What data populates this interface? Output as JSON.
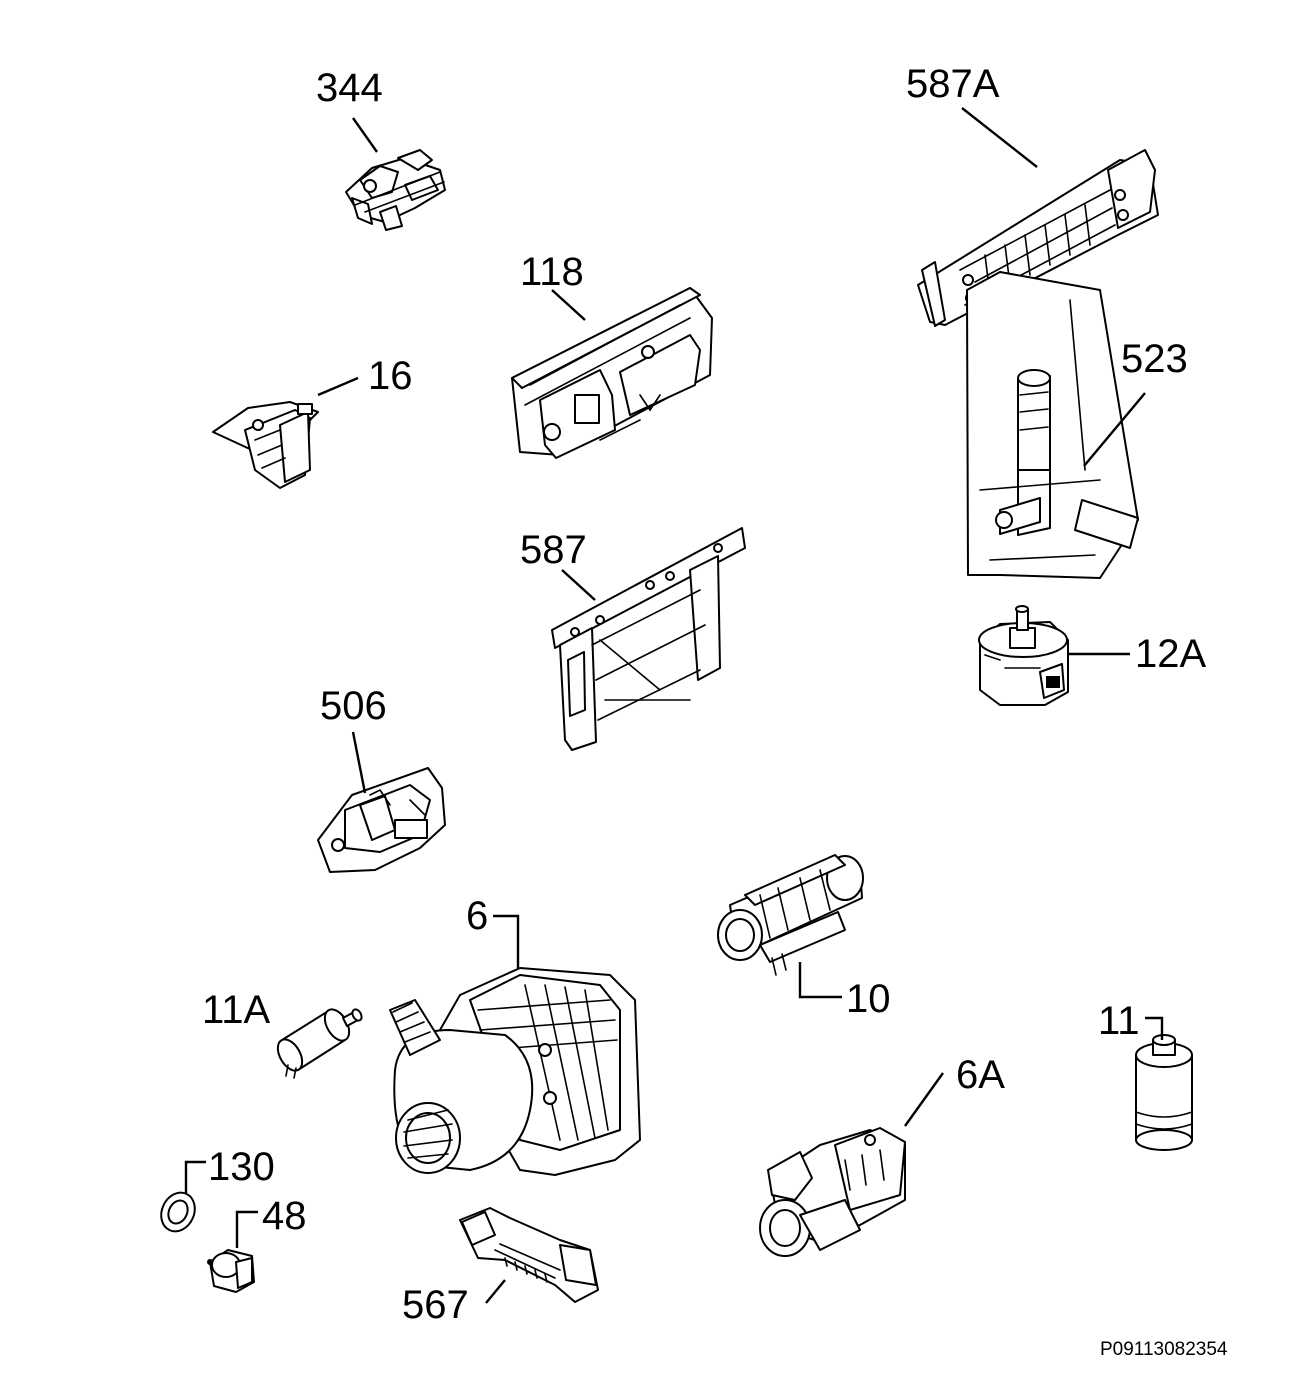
{
  "drawing_code": "P09113082354",
  "parts": [
    {
      "id": "344",
      "label": "344",
      "icon": "switch-module-icon"
    },
    {
      "id": "587A",
      "label": "587A",
      "icon": "rail-bracket-icon"
    },
    {
      "id": "118",
      "label": "118",
      "icon": "control-board-icon"
    },
    {
      "id": "16",
      "label": "16",
      "icon": "door-switch-icon"
    },
    {
      "id": "523",
      "label": "523",
      "icon": "air-trap-icon"
    },
    {
      "id": "587",
      "label": "587",
      "icon": "frame-bracket-icon"
    },
    {
      "id": "12A",
      "label": "12A",
      "icon": "pressure-switch-icon"
    },
    {
      "id": "506",
      "label": "506",
      "icon": "sensor-holder-icon"
    },
    {
      "id": "6",
      "label": "6",
      "icon": "circulation-pump-motor-icon"
    },
    {
      "id": "10",
      "label": "10",
      "icon": "heater-element-icon"
    },
    {
      "id": "11A",
      "label": "11A",
      "icon": "capacitor-icon"
    },
    {
      "id": "11",
      "label": "11",
      "icon": "capacitor-cylinder-icon"
    },
    {
      "id": "6A",
      "label": "6A",
      "icon": "drain-pump-icon"
    },
    {
      "id": "130",
      "label": "130",
      "icon": "seal-ring-icon"
    },
    {
      "id": "48",
      "label": "48",
      "icon": "plug-cap-icon"
    },
    {
      "id": "567",
      "label": "567",
      "icon": "pump-support-icon"
    }
  ]
}
